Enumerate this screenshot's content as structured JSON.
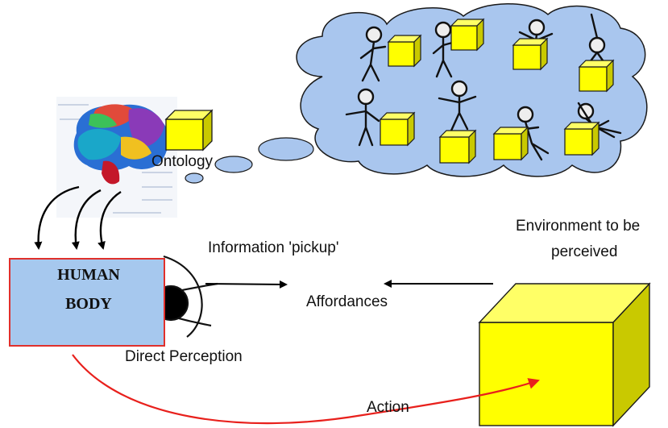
{
  "diagram": {
    "body_line1": "HUMAN",
    "body_line2": "BODY",
    "ontology": "Ontology",
    "info_pickup": "Information 'pickup'",
    "affordances": "Affordances",
    "environment_line1": "Environment to be",
    "environment_line2": "perceived",
    "direct_perception": "Direct Perception",
    "action": "Action"
  },
  "colors": {
    "cloud_fill": "#a9c6ee",
    "cube_front": "#ffff00",
    "cube_side": "#c9c900",
    "body_fill": "#a6c8ee",
    "body_border": "#e0302c",
    "action_arrow": "#e8201c"
  }
}
